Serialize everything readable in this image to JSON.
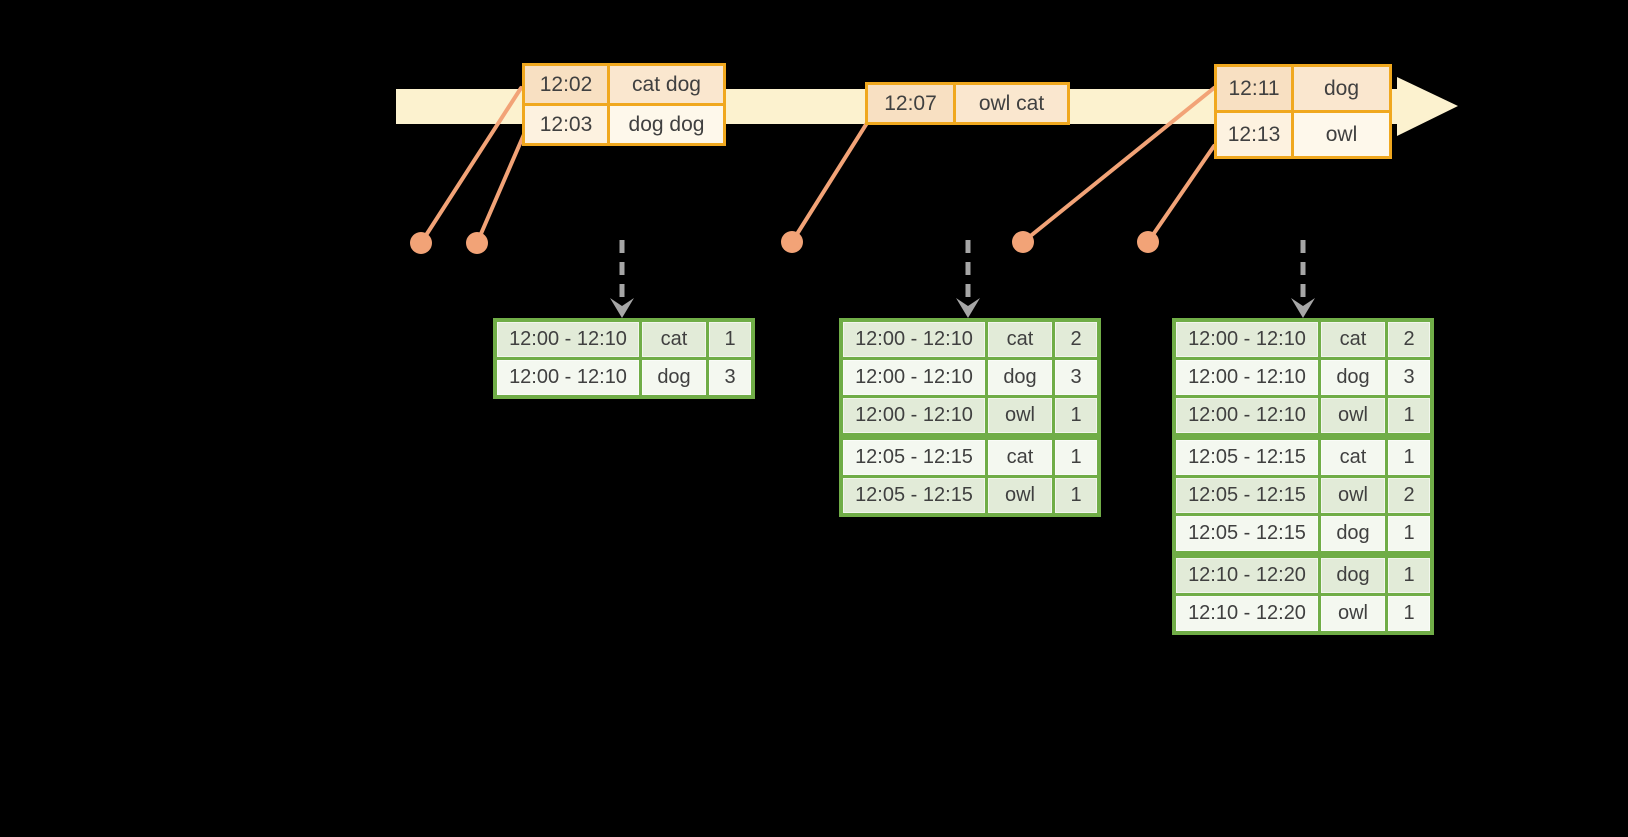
{
  "diagram": {
    "title_hint": "streaming windowed word counts",
    "colors": {
      "background": "#000000",
      "timeline_band": "#FCF2CF",
      "event_table_border": "#F0A81F",
      "event_cell_peach": "#F8E0C2",
      "event_cell_cream": "#FDF2E0",
      "connector_salmon": "#F2A377",
      "trigger_arrow_gray": "#A6A6A6",
      "result_table_border": "#70AD47",
      "result_cell_dark": "#E2EBD8",
      "result_cell_light": "#F4F8F0",
      "text": "#404040"
    },
    "timeline": {
      "event_tables": [
        {
          "rows": [
            {
              "time": "12:02",
              "words": "cat dog"
            },
            {
              "time": "12:03",
              "words": "dog dog"
            }
          ]
        },
        {
          "rows": [
            {
              "time": "12:07",
              "words": "owl cat"
            }
          ]
        },
        {
          "rows": [
            {
              "time": "12:11",
              "words": "dog"
            },
            {
              "time": "12:13",
              "words": "owl"
            }
          ]
        }
      ]
    },
    "result_tables": [
      {
        "rows": [
          {
            "window": "12:00 - 12:10",
            "word": "cat",
            "count": "1"
          },
          {
            "window": "12:00 - 12:10",
            "word": "dog",
            "count": "3"
          }
        ]
      },
      {
        "rows": [
          {
            "window": "12:00 - 12:10",
            "word": "cat",
            "count": "2"
          },
          {
            "window": "12:00 - 12:10",
            "word": "dog",
            "count": "3"
          },
          {
            "window": "12:00 - 12:10",
            "word": "owl",
            "count": "1"
          },
          {
            "window": "12:05 - 12:15",
            "word": "cat",
            "count": "1"
          },
          {
            "window": "12:05 - 12:15",
            "word": "owl",
            "count": "1"
          }
        ]
      },
      {
        "rows": [
          {
            "window": "12:00 - 12:10",
            "word": "cat",
            "count": "2"
          },
          {
            "window": "12:00 - 12:10",
            "word": "dog",
            "count": "3"
          },
          {
            "window": "12:00 - 12:10",
            "word": "owl",
            "count": "1"
          },
          {
            "window": "12:05 - 12:15",
            "word": "cat",
            "count": "1"
          },
          {
            "window": "12:05 - 12:15",
            "word": "owl",
            "count": "2"
          },
          {
            "window": "12:05 - 12:15",
            "word": "dog",
            "count": "1"
          },
          {
            "window": "12:10 - 12:20",
            "word": "dog",
            "count": "1"
          },
          {
            "window": "12:10 - 12:20",
            "word": "owl",
            "count": "1"
          }
        ]
      }
    ]
  }
}
